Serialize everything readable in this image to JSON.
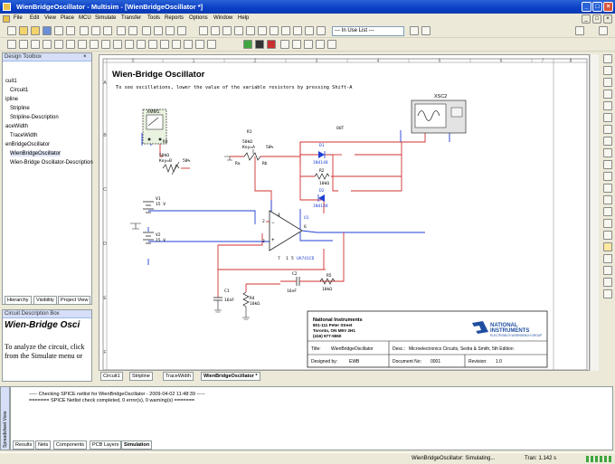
{
  "window": {
    "title": "WienBridgeOscillator - Multisim - [WienBridgeOscillator *]"
  },
  "menu": [
    "File",
    "Edit",
    "View",
    "Place",
    "MCU",
    "Simulate",
    "Transfer",
    "Tools",
    "Reports",
    "Options",
    "Window",
    "Help"
  ],
  "toolbar": {
    "in_use_list": "--- In Use List ---"
  },
  "design_toolbox": {
    "title": "Design Toolbox",
    "tree": [
      "cuit1",
      "Circuit1",
      "ipline",
      "Stripline",
      "Stripline-Description",
      "aceWidth",
      "TraceWidth",
      "enBridgeOscillator",
      "WienBridgeOscillator",
      "Wien-Bridge Oscillator-Description"
    ],
    "tabs": [
      "Hierarchy",
      "Visibility",
      "Project View"
    ]
  },
  "circuit_description": {
    "title": "Circuit Description Box",
    "heading": "Wien-Bridge Osci",
    "body1": "To analyze the circuit, click",
    "body2": "from the Simulate menu or"
  },
  "schematic": {
    "title": "Wien-Bridge Oscillator",
    "subtitle": "To see oscillations, lower the value of the variable resistors by pressing Shift-A",
    "col_labels": [
      "0",
      "1",
      "2",
      "3",
      "4",
      "5",
      "6",
      "7",
      "8"
    ],
    "row_labels": [
      "A",
      "B",
      "C",
      "D",
      "E",
      "F"
    ],
    "components": {
      "xmm1": "XMM1",
      "xsc2": "XSC2",
      "r3": "R3",
      "r3_val": "50kΩ",
      "r3_key": "Key=B",
      "r3_pct": "50%",
      "r1": "R1",
      "r1_val": "50kΩ",
      "r1_key": "Key=A",
      "r1_pct": "50%",
      "ra": "Ra",
      "rb": "Rb",
      "out": "OUT",
      "d1": "D1",
      "d1_part": "1N4148",
      "r2": "R2",
      "r2_val": "10kΩ",
      "d2": "D2",
      "d2_part": "1N4148",
      "u1": "U1",
      "u1_part": "UA741CD",
      "v1": "V1",
      "v1_val": "15 V",
      "v2": "V2",
      "v2_val": "15 V",
      "c1": "C1",
      "c1_val": "16nF",
      "r4": "R4",
      "r4_val": "10kΩ",
      "c2": "C2",
      "c2_val": "16nF",
      "r5": "R5",
      "r5_val": "10kΩ",
      "pin4": "4",
      "pin7": "7",
      "pin1": "1",
      "pin5": "5",
      "pin6": "6",
      "pin2": "2",
      "pin3": "3"
    },
    "title_block": {
      "company": "National Instruments",
      "addr1": "801-111 Peter Street",
      "addr2": "Toronto, ON M5V 2H1",
      "phone": "(416) 977-5550",
      "logo1": "NATIONAL",
      "logo2": "INSTRUMENTS",
      "logo3": "ELECTRONICS WORKBENCH GROUP",
      "title_label": "Title:",
      "title_value": "WienBridgeOscillator",
      "desc_label": "Desc.:",
      "desc_value": "Microelectronics Circuits, Sedra & Smith, 5th Edition",
      "designed_label": "Designed by:",
      "designed_value": "EWB",
      "docnum_label": "Document No:",
      "docnum_value": "0001",
      "revision_label": "Revision:",
      "revision_value": "1.0"
    }
  },
  "sheet_tabs": [
    "Circuit1",
    "Stripline",
    "TraceWidth",
    "WienBridgeOscillator *"
  ],
  "spreadsheet": {
    "line1": "----- Checking SPICE netlist for WienBridgeOscillator - 2009-04-02 11:48:39 -----",
    "line2": "======= SPICE Netlist check completed, 0 error(s), 0 warning(s) =======",
    "side_label": "Spreadsheet View",
    "tabs": [
      "Results",
      "Nets",
      "Components",
      "PCB Layers",
      "Simulation"
    ]
  },
  "status": {
    "text": "WienBridgeOscillator: Simulating...",
    "tran": "Tran: 1.142 s"
  },
  "colors": {
    "wire_red": "#d23030",
    "wire_blue": "#1f3fd6",
    "component": "#222222",
    "sheet_border": "#808080"
  }
}
